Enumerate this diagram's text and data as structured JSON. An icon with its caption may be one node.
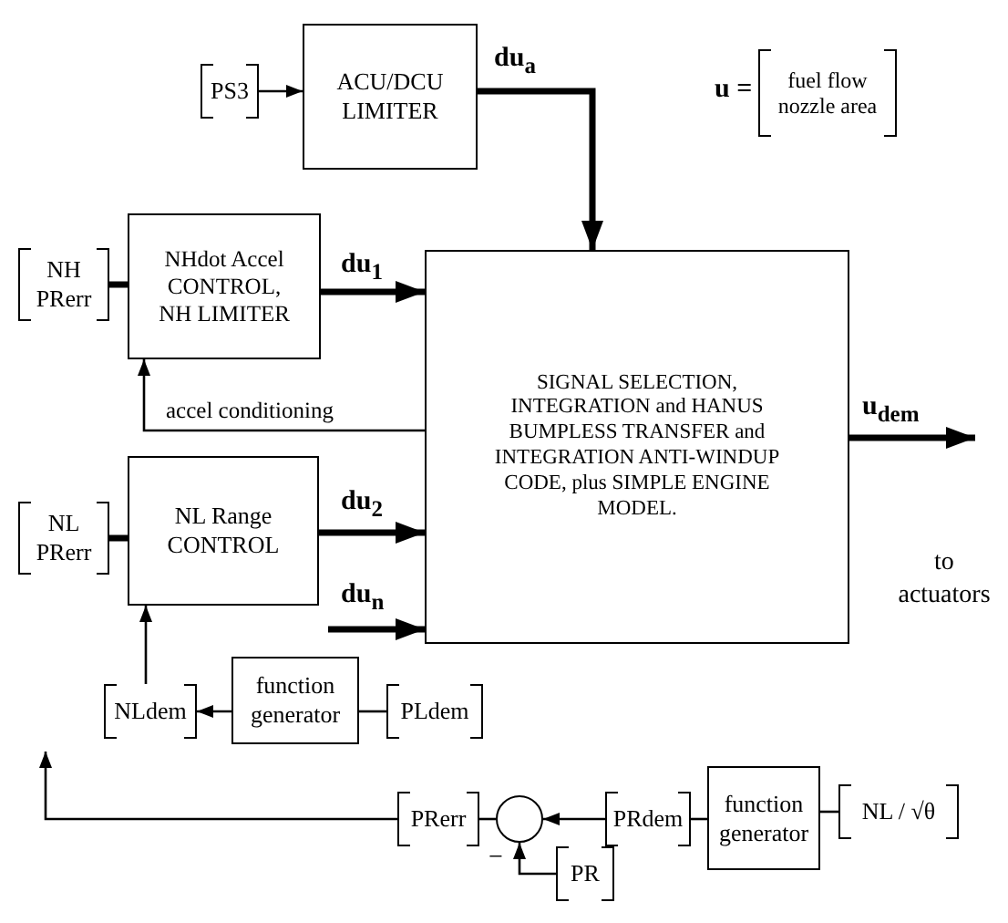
{
  "diagram": {
    "nodes": [
      {
        "text": [
          "PS3"
        ]
      },
      {
        "text": [
          "ACU/DCU LIMITER"
        ]
      },
      {
        "text": [
          "fuel flow nozzle area"
        ],
        "beside": [
          "u ="
        ]
      },
      {
        "text": [
          "NH PRerr"
        ]
      },
      {
        "text": [
          "NHdot Accel CONTROL, NH LIMITER"
        ]
      },
      {
        "text": [
          "SIGNAL SELECTION, INTEGRATION and HANUS BUMPLESS TRANSFER and INTEGRATION ANTI-WINDUP CODE, plus SIMPLE ENGINE MODEL."
        ]
      },
      {
        "text": [
          "NL PRerr"
        ]
      },
      {
        "text": [
          "NL Range CONTROL"
        ]
      },
      {
        "text": [
          "NLdem"
        ]
      },
      {
        "text": [
          "function generator"
        ]
      },
      {
        "text": [
          "PLdem"
        ]
      },
      {
        "text": [
          "PRerr"
        ]
      },
      {
        "text": [],
        "shape": "circle"
      },
      {
        "text": [
          "PRdem"
        ]
      },
      {
        "text": [
          "function generator"
        ]
      },
      {
        "text": [
          "NL / √θ"
        ]
      },
      {
        "text": [
          "PR"
        ]
      }
    ],
    "edges": [
      {
        "from": 0,
        "to": 1,
        "arrow": "to"
      },
      {
        "from": 1,
        "to": 5,
        "arrow": "to",
        "style": "thick",
        "label": "du$_{a}$"
      },
      {
        "from": 3,
        "to": 4,
        "arrow": "none",
        "style": "thick"
      },
      {
        "from": 4,
        "to": 5,
        "arrow": "to",
        "style": "thick",
        "label": "du$_{1}$"
      },
      {
        "from": 5,
        "to": 4,
        "arrow": "to",
        "label": "accel conditioning"
      },
      {
        "from": 6,
        "to": 7,
        "arrow": "none",
        "style": "thick"
      },
      {
        "from": 7,
        "to": 5,
        "arrow": "to",
        "style": "thick",
        "label": "du$_{2}$"
      },
      {
        "from": null,
        "to": 5,
        "arrow": "to",
        "style": "thick",
        "label": "du$_{n}$"
      },
      {
        "from": 5,
        "to": null,
        "arrow": "to",
        "style": "thick",
        "label": "u$_{dem}$"
      },
      {
        "from": 9,
        "to": 8,
        "arrow": "to"
      },
      {
        "from": 10,
        "to": 9,
        "arrow": "none"
      },
      {
        "from": 8,
        "to": 7,
        "arrow": "to"
      },
      {
        "from": 15,
        "to": 14,
        "arrow": "none"
      },
      {
        "from": 14,
        "to": 13,
        "arrow": "none"
      },
      {
        "from": 13,
        "to": 12,
        "arrow": "to"
      },
      {
        "from": 16,
        "to": 12,
        "arrow": "to"
      },
      {
        "from": 12,
        "to": 11,
        "arrow": "none"
      },
      {
        "from": 11,
        "to": null,
        "arrow": "to"
      }
    ],
    "labels": [
      "to actuators",
      "−"
    ]
  }
}
